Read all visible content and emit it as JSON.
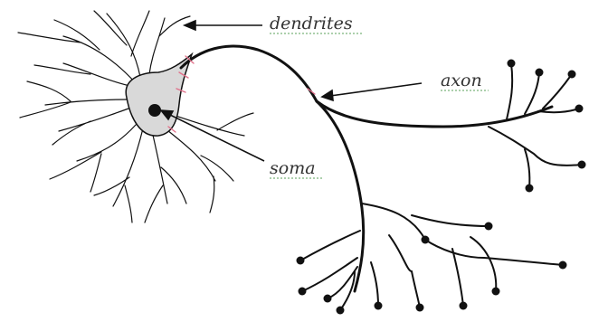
{
  "labels": {
    "dendrites": "dendrites",
    "axon": "axon",
    "soma": "soma"
  },
  "colors": {
    "ink": "#111111",
    "soma_fill": "#d9d9d9",
    "myelin_mark": "#e0708a",
    "spellcheck_underline": "#5aa05a"
  }
}
